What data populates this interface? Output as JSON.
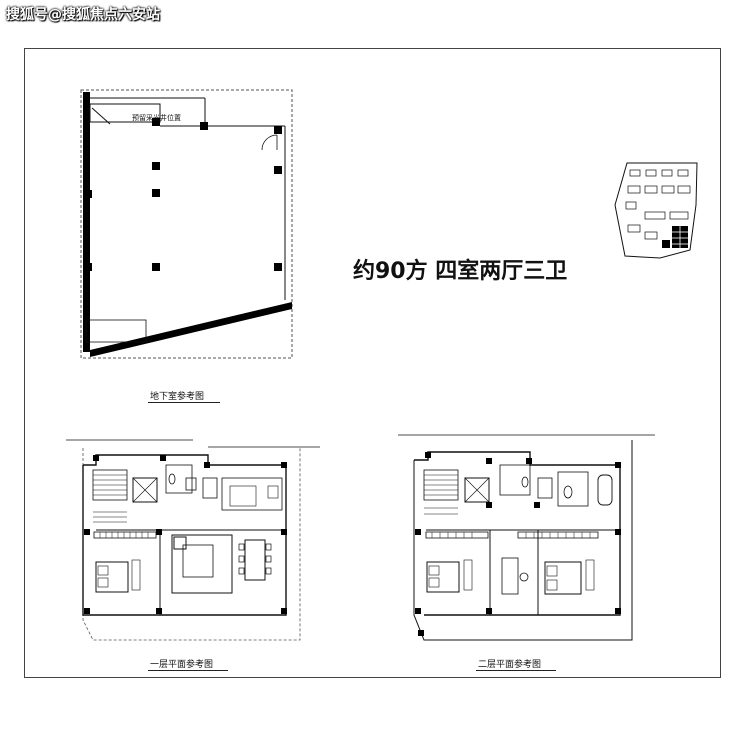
{
  "watermark": "搜狐号@搜狐焦点六安站",
  "headline": "约90方 四室两厅三卫",
  "basement": {
    "caption": "地下室参考图",
    "skylight_note": "预留采光井位置"
  },
  "floor1": {
    "caption": "一层平面参考图"
  },
  "floor2": {
    "caption": "二层平面参考图"
  },
  "site_plan": {
    "icon": "site-location-map"
  },
  "colors": {
    "line": "#111111",
    "wall": "#000000",
    "dash": "#555555",
    "paper": "#ffffff"
  }
}
